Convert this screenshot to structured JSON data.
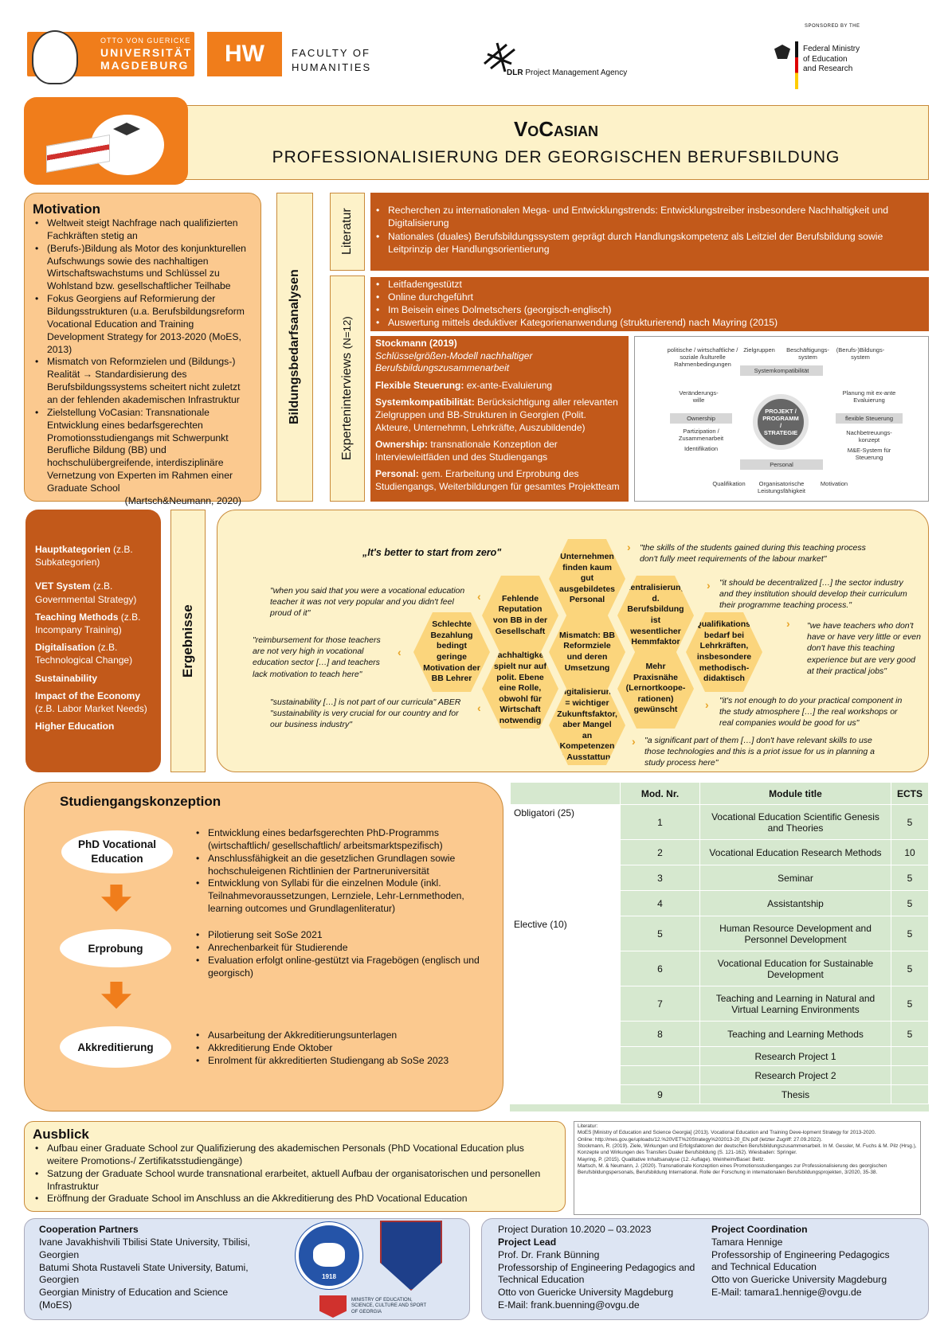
{
  "header": {
    "ovgu_top": "OTTO VON GUERICKE",
    "ovgu_mid": "UNIVERSITÄT",
    "ovgu_bot": "MAGDEBURG",
    "hw": "HW",
    "faculty_1": "FACULTY OF",
    "faculty_2": "HUMANITIES",
    "dlr": "DLR",
    "dlr_agency": "Project Management Agency",
    "sponsored": "SPONSORED BY THE",
    "bmbf_1": "Federal Ministry",
    "bmbf_2": "of Education",
    "bmbf_3": "and Research"
  },
  "title": {
    "main": "VoCasian",
    "sub": "PROFESSIONALISIERUNG DER GEORGISCHEN BERUFSBILDUNG"
  },
  "motivation": {
    "heading": "Motivation",
    "items": [
      "Weltweit steigt Nachfrage nach qualifizierten Fachkräften stetig an",
      "(Berufs-)Bildung als Motor des konjunkturellen Aufschwungs sowie des nachhaltigen Wirtschaftswachstums und Schlüssel zu Wohlstand bzw. gesellschaftlicher Teilhabe",
      "Fokus Georgiens auf Reformierung der Bildungsstrukturen (u.a. Berufsbildungsreform Vocational Education and Training Development Strategy for 2013-2020 (MoES, 2013)",
      "Mismatch von Reformzielen und (Bildungs-) Realität → Standardisierung des Berufsbildungssystems scheitert nicht zuletzt an der fehlenden akademischen Infrastruktur",
      "Zielstellung VoCasian: Transnationale Entwicklung eines bedarfsgerechten Promotionsstudiengangs mit Schwerpunkt Berufliche Bildung (BB) und hochschulübergreifende, interdisziplinäre Vernetzung von Experten im Rahmen einer Graduate School"
    ],
    "cite": "(Martsch&Neumann, 2020)"
  },
  "labels": {
    "bedarf": "Bildungsbedarfsanalysen",
    "literatur": "Literatur",
    "experten": "Experteninterviews",
    "experten_n": "(N=12)",
    "ergebnisse": "Ergebnisse"
  },
  "literatur": {
    "items": [
      "Recherchen zu internationalen Mega- und Entwicklungstrends: Entwicklungstreiber insbesondere Nachhaltigkeit und Digitalisierung",
      "Nationales (duales) Berufsbildungssystem geprägt durch Handlungskompetenz als Leitziel der Berufsbildung sowie Leitprinzip der Handlungsorientierung"
    ]
  },
  "interviews": {
    "items": [
      "Leitfadengestützt",
      "Online durchgeführt",
      "Im Beisein eines Dolmetschers (georgisch-englisch)",
      "Auswertung mittels deduktiver Kategorienanwendung (strukturierend) nach Mayring (2015)"
    ]
  },
  "stockmann": {
    "h": "Stockmann (2019)",
    "sub": "Schlüsselgrößen-Modell nachhaltiger Berufsbildungszusammenarbeit",
    "fs_h": "Flexible Steuerung:",
    "fs": "ex-ante-Evaluierung",
    "sk_h": "Systemkompatibilität:",
    "sk": "Berücksichtigung aller relevanten Zielgruppen und BB-Strukturen in Georgien (Polit. Akteure, Unternehmn, Lehrkräfte, Auszubildende)",
    "ow_h": "Ownership:",
    "ow": "transnationale Konzeption der Interviewleitfäden und des Studiengangs",
    "pe_h": "Personal:",
    "pe": "gem. Erarbeitung und Erprobung des Studiengangs, Weiterbildungen für gesamtes Projektteam"
  },
  "diagram": {
    "t1": "politische / wirtschaftliche / soziale /kulturelle Rahmenbedingungen",
    "t2": "Zielgruppen",
    "t3": "Beschäftigungs- system",
    "t4": "(Berufs-)Bildungs- system",
    "sys": "Systemkompatibilität",
    "own": "Ownership",
    "flex": "flexible Steuerung",
    "center": "PROJEKT / PROGRAMM / STRATEGIE",
    "pers": "Personal",
    "l1": "Veränderungs- wille",
    "l2": "Partizipation / Zusammenarbeit",
    "l3": "Identifikation",
    "r1": "Planung mit ex-ante Evaluierung",
    "r2": "Nachbetreuungs- konzept",
    "r3": "M&E-System für Steuerung",
    "b1": "Qualifikation",
    "b2": "Organisatorische Leistungsfähigkeit",
    "b3": "Motivation"
  },
  "categories": {
    "intro": "Hauptkategorien",
    "intro_sub": "(z.B. Subkategorien)",
    "items": [
      {
        "h": "VET System",
        "s": "(z.B. Governmental Strategy)"
      },
      {
        "h": "Teaching Methods",
        "s": "(z.B. Incompany Training)"
      },
      {
        "h": "Digitalisation",
        "s": "(z.B. Technological Change)"
      },
      {
        "h": "Sustainability",
        "s": ""
      },
      {
        "h": "Impact of the Economy",
        "s": "(z.B. Labor Market Needs)"
      },
      {
        "h": "Higher Education",
        "s": ""
      }
    ]
  },
  "results": {
    "headline": "„It's better to start from zero\"",
    "hex": [
      "Unternehmen finden kaum gut ausgebildetes Personal",
      "Fehlende Reputation von BB in der Gesellschaft",
      "Zentralisierung d. Berufsbildung ist wesentlicher Hemmfaktor",
      "Schlechte Bezahlung bedingt geringe Motivation der BB Lehrer",
      "Mismatch: BB Reformziele und deren Umsetzung",
      "Qualifikations- bedarf bei Lehrkräften, insbesondere methodisch-didaktisch",
      "Nachhaltigkeit spielt nur auf polit. Ebene eine Rolle, obwohl für Wirtschaft notwendig",
      "Mehr Praxisnähe (Lernortkoope-rationen) gewünscht",
      "Digitalisierung = wichtiger Zukunftsfaktor, aber Mangel an Kompetenzen & Ausstattung"
    ],
    "quotes": [
      "\"when you said that you were a vocational education teacher it was not very popular and you didn't feel proud of it\"",
      "\"reimbursement for those teachers are not very high in vocational education sector […] and teachers lack motivation to teach here\"",
      "\"sustainability […] is not part of our curricula\" ABER \"sustainability is very crucial for our country and for our business industry\"",
      "\"the skills of the students gained during this teaching process don't fully meet requirements of the labour market\"",
      "\"it should be decentralized […] the sector industry and they institution should develop their curriculum their programme teaching process.\"",
      "\"we have teachers who don't have or have very little or even don't have this teaching experience but are very good at their practical jobs\"",
      "\"it's not enough to do your practical component in the study atmosphere […] the real workshops or real companies would be good for us\"",
      "\"a significant part of them […] don't have relevant skills to use those technologies and this is a priot issue for us in planning a study process here\""
    ]
  },
  "study": {
    "heading": "Studiengangskonzeption",
    "steps": [
      {
        "label": "PhD Vocational Education",
        "items": [
          "Entwicklung eines bedarfsgerechten PhD-Programms (wirtschaftlich/ gesellschaftlich/ arbeitsmarktspezifisch)",
          "Anschlussfähigkeit an die gesetzlichen Grundlagen sowie hochschuleigenen Richtlinien der Partneruniversität",
          "Entwicklung von Syllabi für die einzelnen Module (inkl. Teilnahmevoraussetzungen, Lernziele, Lehr-Lernmethoden, learning outcomes und Grundlagenliteratur)"
        ]
      },
      {
        "label": "Erprobung",
        "items": [
          "Pilotierung seit SoSe 2021",
          "Anrechenbarkeit für Studierende",
          "Evaluation erfolgt online-gestützt via Fragebögen (englisch und georgisch)"
        ]
      },
      {
        "label": "Akkreditierung",
        "items": [
          "Ausarbeitung der Akkreditierungsunterlagen",
          "Akkreditierung Ende Oktober",
          "Enrolment für akkreditierten Studiengang ab SoSe 2023"
        ]
      }
    ]
  },
  "modules": {
    "h_nr": "Mod. Nr.",
    "h_title": "Module title",
    "h_ects": "ECTS",
    "group1": "Obligatori (25)",
    "group2": "Elective (10)",
    "rows": [
      [
        "1",
        "Vocational Education Scientific Genesis and Theories",
        "5"
      ],
      [
        "2",
        "Vocational Education Research Methods",
        "10"
      ],
      [
        "3",
        "Seminar",
        "5"
      ],
      [
        "4",
        "Assistantship",
        "5"
      ],
      [
        "5",
        "Human Resource Development and Personnel Development",
        "5"
      ],
      [
        "6",
        "Vocational Education for Sustainable Development",
        "5"
      ],
      [
        "7",
        "Teaching and Learning in Natural and Virtual Learning Environments",
        "5"
      ],
      [
        "8",
        "Teaching and Learning Methods",
        "5"
      ],
      [
        "",
        "Research Project 1",
        ""
      ],
      [
        "",
        "Research Project 2",
        ""
      ],
      [
        "9",
        "Thesis",
        ""
      ]
    ]
  },
  "outlook": {
    "heading": "Ausblick",
    "items": [
      "Aufbau einer Graduate School zur Qualifizierung des akademischen Personals (PhD Vocational Education plus weitere Promotions-/ Zertifikatsstudiengänge)",
      "Satzung der Graduate School wurde transnational erarbeitet, aktuell Aufbau der organisatorischen und personellen Infrastruktur",
      "Eröffnung der Graduate School im Anschluss an die Akkreditierung des PhD Vocational Education"
    ]
  },
  "refs": {
    "lines": [
      "Literatur:",
      "MoES [Ministry of Education and Science Georgia] (2013). Vocational Education and Training Deve-lopment Strategy for 2013-2020.",
      "Online: http://mes.gov.ge/uploads/12.%20VET%20Strategy%202013-20_EN.pdf (letzter Zugriff: 27.09.2022).",
      "Stockmann, R. (2019). Ziele, Wirkungen und Erfolgsfaktoren der deutschen Berufsbildungszusammenarbeit. In M. Gessler, M. Fuchs & M. Pilz (Hrsg.), Konzepte und Wirkungen des Transfers Dualer Berufsbildung (S. 121-162). Wiesbaden: Springer.",
      "Mayring, P. (2015). Qualitative Inhaltsanalyse (12. Auflage). Weinheim/Basel: Beltz.",
      "Martsch, M. & Neumann, J. (2020). Transnationale Konzeption eines Promotionsstudienganges zur Professionalisierung des georgischen Berufsbildungspersonals, Berufsbildung International. Rolle der Forschung in internationalen Berufsbildungsprojekten, 3/2020, 35-38."
    ]
  },
  "partners": {
    "heading": "Cooperation Partners",
    "lines": [
      "Ivane Javakhishvili Tbilisi State University, Tbilisi, Georgien",
      "Batumi Shota Rustaveli State University, Batumi, Georgien",
      "Georgian Ministry of Education and Science (MoES)"
    ],
    "ministry": "MINISTRY OF EDUCATION, SCIENCE, CULTURE AND SPORT OF GEORGIA",
    "seal_year": "1918"
  },
  "project": {
    "duration": "Project Duration 10.2020 – 03.2023",
    "lead_h": "Project Lead",
    "lead": [
      "Prof. Dr. Frank Bünning",
      "Professorship of Engineering Pedagogics and Technical Education",
      "Otto von Guericke University Magdeburg",
      "E-Mail: frank.buenning@ovgu.de"
    ],
    "coord_h": "Project Coordination",
    "coord": [
      "Tamara Hennige",
      "Professorship of Engineering Pedagogics and Technical Education",
      "Otto von Guericke University Magdeburg",
      "E-Mail: tamara1.hennige@ovgu.de"
    ]
  },
  "colors": {
    "orange": "#f07d1b",
    "rust": "#c2591a",
    "peach": "#fbc98f",
    "cream": "#fdf2c9",
    "hex": "#fbd57c",
    "green": "#d6e8cf",
    "blue": "#dde5f3"
  }
}
